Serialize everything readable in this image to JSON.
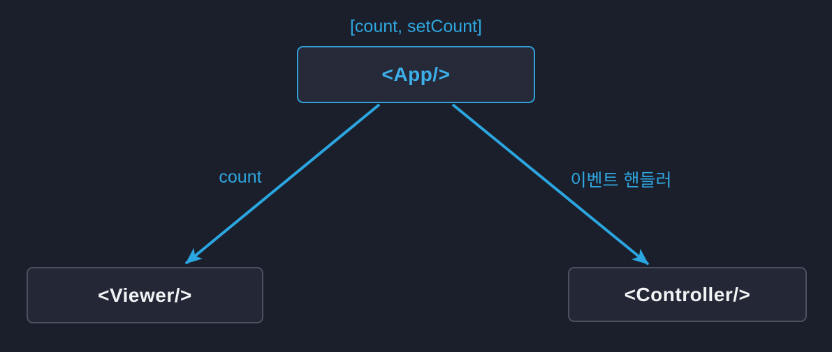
{
  "diagram": {
    "state_label": "[count, setCount]",
    "nodes": {
      "app": {
        "label": "<App/>"
      },
      "viewer": {
        "label": "<Viewer/>"
      },
      "controller": {
        "label": "<Controller/>"
      }
    },
    "edges": {
      "app_to_viewer": {
        "label": "count"
      },
      "app_to_controller": {
        "label": "이벤트 핸들러"
      }
    },
    "colors": {
      "background": "#1b1f2b",
      "accent": "#2ba6e0",
      "app_border": "#2f9fd6",
      "app_text": "#3cb0ea",
      "node_fill": "#262a38",
      "neutral_border": "#4c505f",
      "node_text": "#f2f3f5"
    }
  }
}
